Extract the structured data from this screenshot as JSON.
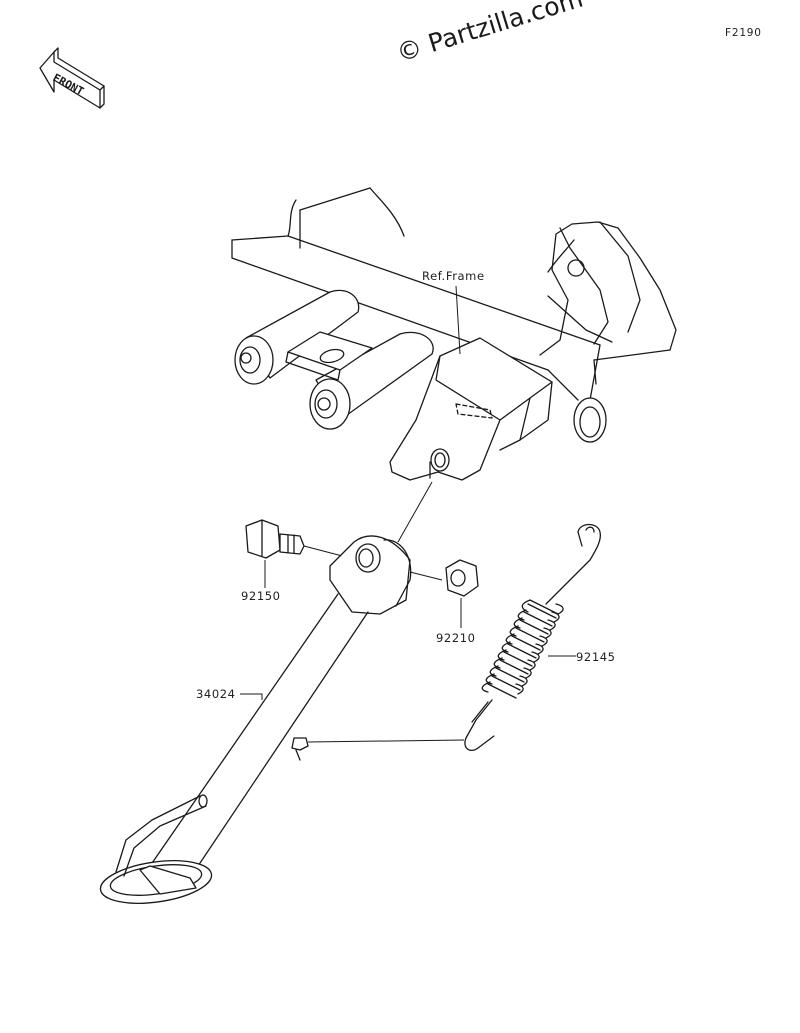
{
  "watermark": "© Partzilla.com",
  "figure_code": "F2190",
  "front_badge": "FRONT",
  "labels": {
    "ref_frame": "Ref.Frame",
    "bolt": "92150",
    "nut": "92210",
    "spring": "92145",
    "stand": "34024"
  },
  "colors": {
    "line": "#1a1a1a",
    "background": "#ffffff"
  }
}
